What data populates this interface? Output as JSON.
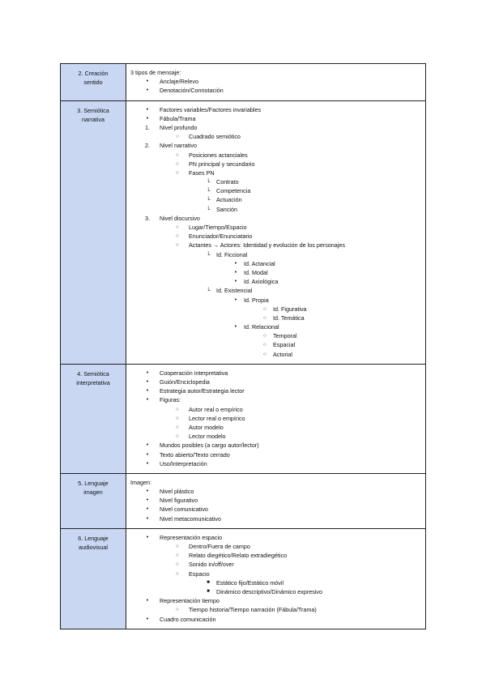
{
  "rows": [
    {
      "label": [
        "2. Creación",
        "sentido"
      ],
      "items": [
        {
          "m": "",
          "t": "3 tipos de mensaje:",
          "l": 0
        },
        {
          "m": "•",
          "t": "Anclaje/Relevo",
          "l": 1
        },
        {
          "m": "•",
          "t": "Denotación/Connotación",
          "l": 1
        }
      ]
    },
    {
      "label": [
        "3. Semiótica",
        "narrativa"
      ],
      "items": [
        {
          "m": "•",
          "t": "Factores variables/Factores invariables",
          "l": 1
        },
        {
          "m": "•",
          "t": "Fábula/Trama",
          "l": 1
        },
        {
          "m": "1.",
          "t": "Nivel profundo",
          "l": 1
        },
        {
          "m": "○",
          "t": "Cuadrado semiótico",
          "l": 2
        },
        {
          "m": "2.",
          "t": "Nivel narrativo",
          "l": 1
        },
        {
          "m": "○",
          "t": "Posiciones actanciales",
          "l": 2
        },
        {
          "m": "○",
          "t": "PN principal y secundario",
          "l": 2
        },
        {
          "m": "○",
          "t": "Fases PN",
          "l": 2
        },
        {
          "m": "└",
          "t": "Contrato",
          "l": 3
        },
        {
          "m": "└",
          "t": "Competencia",
          "l": 3
        },
        {
          "m": "└",
          "t": "Actuación",
          "l": 3
        },
        {
          "m": "└",
          "t": "Sanción",
          "l": 3
        },
        {
          "m": "3.",
          "t": "Nivel discursivo",
          "l": 1
        },
        {
          "m": "○",
          "t": "Lugar/Tiempo/Espacio",
          "l": 2
        },
        {
          "m": "○",
          "t": "Enunciador/Enunciatario",
          "l": 2
        },
        {
          "m": "○",
          "t": "Actantes → Actores: Identidad y evolución de los personajes",
          "l": 2
        },
        {
          "m": "└",
          "t": "Id. Ficcional",
          "l": 3
        },
        {
          "m": "•",
          "t": "Id. Actancial",
          "l": 4
        },
        {
          "m": "•",
          "t": "Id. Modal",
          "l": 4
        },
        {
          "m": "•",
          "t": "Id. Axiológica",
          "l": 4
        },
        {
          "m": "└",
          "t": "Id. Existencial",
          "l": 3
        },
        {
          "m": "•",
          "t": "Id. Propia",
          "l": 4
        },
        {
          "m": "○",
          "t": "Id. Figurativa",
          "l": 5
        },
        {
          "m": "○",
          "t": "Id. Temática",
          "l": 5
        },
        {
          "m": "•",
          "t": "Id. Relacional",
          "l": 4
        },
        {
          "m": "○",
          "t": "Temporal",
          "l": 5
        },
        {
          "m": "○",
          "t": "Espacial",
          "l": 5
        },
        {
          "m": "○",
          "t": "Actorial",
          "l": 5
        }
      ]
    },
    {
      "label": [
        "4. Semiótica",
        "interpretativa"
      ],
      "items": [
        {
          "m": "•",
          "t": "Cooperación interpretativa",
          "l": 1
        },
        {
          "m": "•",
          "t": "Guión/Enciclopedia",
          "l": 1
        },
        {
          "m": "•",
          "t": "Estrategia autor/Estrategia lector",
          "l": 1
        },
        {
          "m": "•",
          "t": "Figuras:",
          "l": 1
        },
        {
          "m": "○",
          "t": "Autor real o empírico",
          "l": 2
        },
        {
          "m": "○",
          "t": "Lector real o empírico",
          "l": 2
        },
        {
          "m": "○",
          "t": "Autor modelo",
          "l": 2
        },
        {
          "m": "○",
          "t": "Lector modelo",
          "l": 2
        },
        {
          "m": "•",
          "t": "Mundos posibles (a cargo autor/lector)",
          "l": 1
        },
        {
          "m": "•",
          "t": "Texto abierto/Texto cerrado",
          "l": 1
        },
        {
          "m": "•",
          "t": "Uso/Interpretación",
          "l": 1
        }
      ]
    },
    {
      "label": [
        "5. Lenguaje",
        "imagen"
      ],
      "items": [
        {
          "m": "",
          "t": "Imagen:",
          "l": 0
        },
        {
          "m": "•",
          "t": "Nivel plástico",
          "l": 1
        },
        {
          "m": "•",
          "t": "Nivel figurativo",
          "l": 1
        },
        {
          "m": "•",
          "t": "Nivel comunicativo",
          "l": 1
        },
        {
          "m": "•",
          "t": "Nivel metacomunicativo",
          "l": 1
        }
      ]
    },
    {
      "label": [
        "6. Lenguaje",
        "audiovisual"
      ],
      "items": [
        {
          "m": "•",
          "t": "Representación espacio",
          "l": 1
        },
        {
          "m": "○",
          "t": "Dentro/Fuera de campo",
          "l": 2
        },
        {
          "m": "○",
          "t": "Relato diegético/Relato extradiegético",
          "l": 2
        },
        {
          "m": "○",
          "t": "Sonido in/off/over",
          "l": 2
        },
        {
          "m": "○",
          "t": "Espacio",
          "l": 2
        },
        {
          "m": "■",
          "t": "Estático fijo/Estático móvil",
          "l": 3
        },
        {
          "m": "■",
          "t": "Dinámico descriptivo/Dinámico expresivo",
          "l": 3
        },
        {
          "m": "•",
          "t": "Representación tiempo",
          "l": 1
        },
        {
          "m": "○",
          "t": "Tiempo historia/Tiempo narración (Fábula/Trama)",
          "l": 2
        },
        {
          "m": "•",
          "t": "Cuadro comunicación",
          "l": 1
        }
      ]
    }
  ]
}
